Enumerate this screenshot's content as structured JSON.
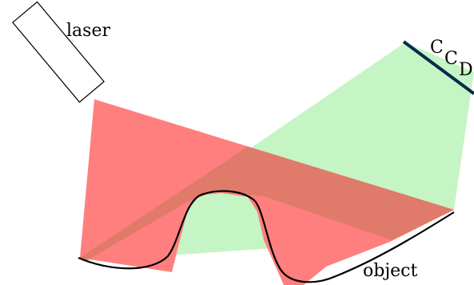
{
  "labels": {
    "laser": "laser",
    "object": "object",
    "ccd": [
      "C",
      "C",
      "D"
    ]
  },
  "colors": {
    "laser_light": "#ff7f7f",
    "reflected_light": "#c5f5c5",
    "overlap": "#e07a6a",
    "ccd_line": "#0b2a4a",
    "outline": "#000000"
  }
}
